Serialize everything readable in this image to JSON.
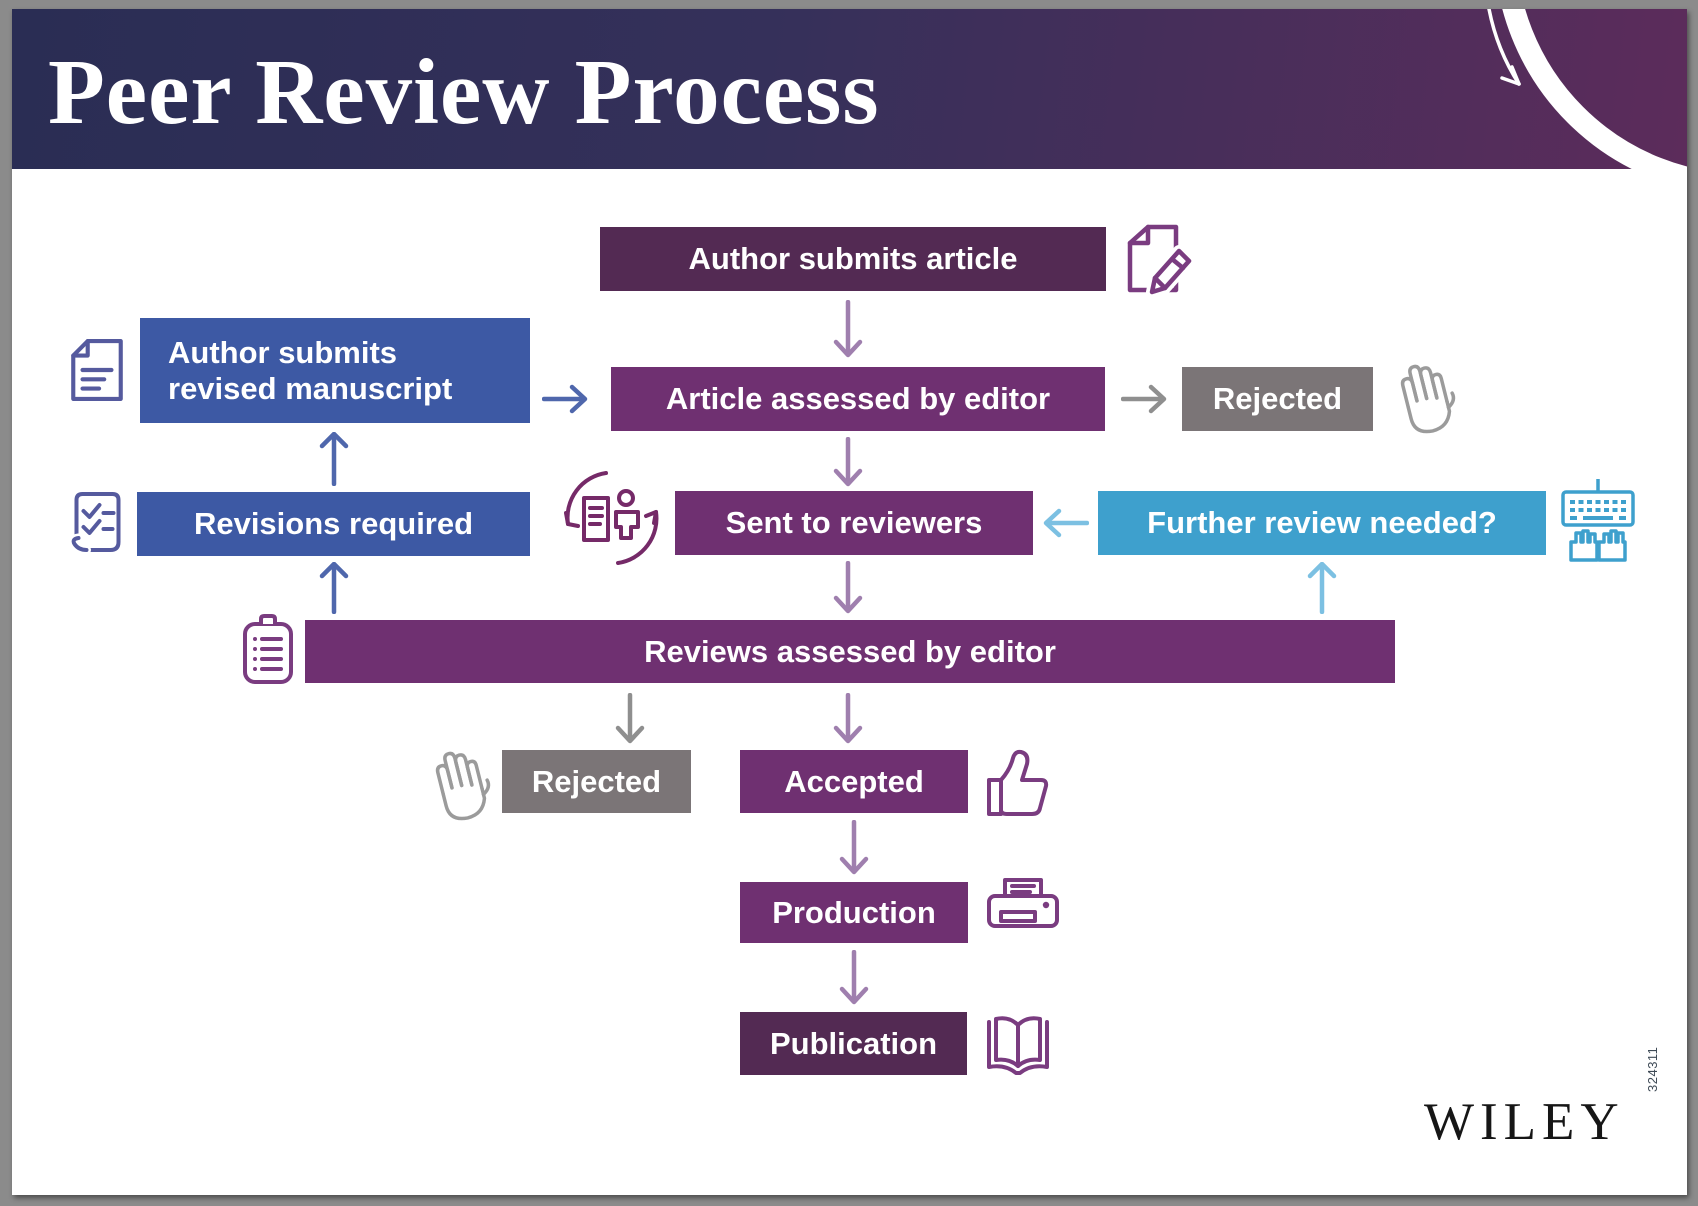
{
  "document": {
    "title": "Peer Review Process",
    "brand_logo": "WILEY",
    "job_number": "324311"
  },
  "flow": {
    "nodes": [
      {
        "id": "author-submits-article",
        "label": "Author submits article",
        "color": "#532a53",
        "icon": "edit-document-icon"
      },
      {
        "id": "author-submits-revised",
        "label": "Author submits revised manuscript",
        "color": "#3d59a4",
        "icon": "document-icon"
      },
      {
        "id": "article-assessed",
        "label": "Article assessed by editor",
        "color": "#6f3071",
        "icon": null
      },
      {
        "id": "rejected-by-editor",
        "label": "Rejected",
        "color": "#7b7577",
        "icon": "stop-hand-icon"
      },
      {
        "id": "revisions-required",
        "label": "Revisions required",
        "color": "#3d59a4",
        "icon": "checklist-icon"
      },
      {
        "id": "sent-to-reviewers",
        "label": "Sent to reviewers",
        "color": "#6f3071",
        "icon": "reviewer-cycle-icon"
      },
      {
        "id": "further-review-needed",
        "label": "Further review needed?",
        "color": "#3ea0cd",
        "icon": "keyboard-icon"
      },
      {
        "id": "reviews-assessed",
        "label": "Reviews assessed by editor",
        "color": "#6f3071",
        "icon": "clipboard-icon"
      },
      {
        "id": "rejected-after-review",
        "label": "Rejected",
        "color": "#7b7577",
        "icon": "stop-hand-icon"
      },
      {
        "id": "accepted",
        "label": "Accepted",
        "color": "#6f3071",
        "icon": "thumbs-up-icon"
      },
      {
        "id": "production",
        "label": "Production",
        "color": "#6f3071",
        "icon": "printer-icon"
      },
      {
        "id": "publication",
        "label": "Publication",
        "color": "#532a53",
        "icon": "open-book-icon"
      }
    ]
  },
  "colors": {
    "header_gradient_left": "#2a2d54",
    "header_gradient_right": "#5c2c5b",
    "dark_purple_box": "#532a53",
    "purple_box": "#6f3071",
    "blue_box": "#3d59a4",
    "gray_box": "#7b7577",
    "light_blue_box": "#3ea0cd",
    "arrow_purple": "#9f7fae",
    "arrow_blue": "#4f67ac",
    "arrow_gray": "#8f8f8f",
    "arrow_light_blue": "#7cc0e2",
    "icon_purple": "#7a3c80",
    "icon_magenta": "#752a68",
    "icon_slate_blue": "#555a9e",
    "icon_gray": "#9b9b9b",
    "icon_light_blue": "#3ea0cd"
  }
}
